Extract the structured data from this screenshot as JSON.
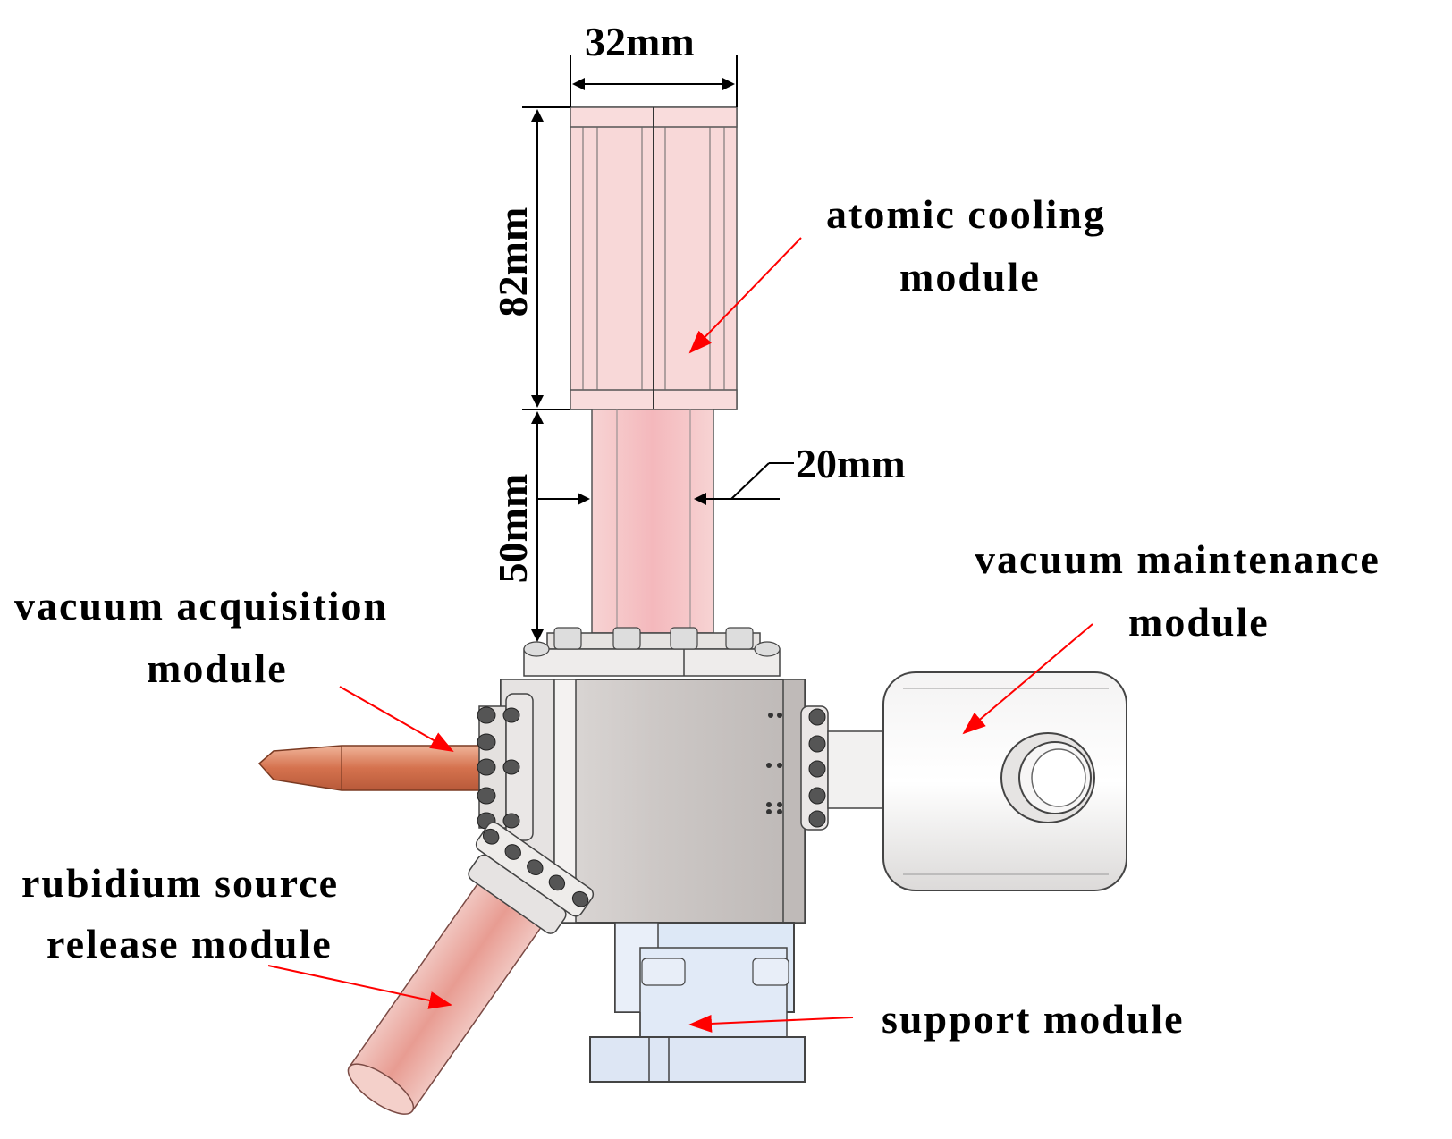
{
  "labels": {
    "atomic_cooling_1": "atomic cooling",
    "atomic_cooling_2": "module",
    "vacuum_maintenance_1": "vacuum maintenance",
    "vacuum_maintenance_2": "module",
    "vacuum_acquisition_1": "vacuum acquisition",
    "vacuum_acquisition_2": "module",
    "rubidium_source_1": "rubidium source",
    "rubidium_source_2": "release module",
    "support": "support module"
  },
  "dimensions": {
    "width_top": "32mm",
    "height_cooling": "82mm",
    "height_tube": "50mm",
    "tube_width": "20mm"
  },
  "colors": {
    "copper": "#d98262",
    "pink": "#f6c6c8",
    "steel": "#d0ccca",
    "support_blue": "#dde8f6",
    "arrow": "#ff0000"
  }
}
